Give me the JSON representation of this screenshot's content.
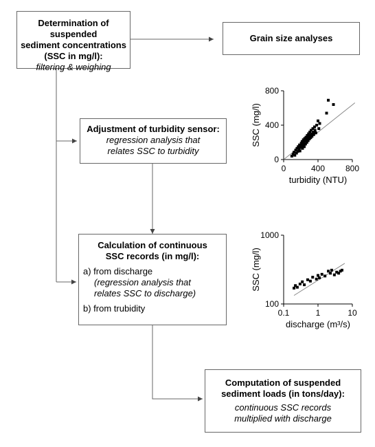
{
  "boxes": {
    "ssc": {
      "title": [
        "Determination of suspended",
        "sediment concentrations",
        "(SSC in mg/l):"
      ],
      "subtitle": "filtering & weighing"
    },
    "grain": {
      "title": "Grain size analyses"
    },
    "turb": {
      "title": "Adjustment of turbidity sensor:",
      "subtitle": [
        "regression analysis that",
        "relates SSC to turbidity"
      ]
    },
    "calc": {
      "title": [
        "Calculation of continuous",
        "SSC records (in mg/l):"
      ],
      "a": "a) from discharge",
      "a_note": [
        "(regression analysis that",
        "relates SSC to discharge)"
      ],
      "b": "b) from trubidity"
    },
    "load": {
      "title": [
        "Computation of suspended",
        "sediment loads (in tons/day):"
      ],
      "subtitle": [
        "continuous SSC records",
        "multiplied with discharge"
      ]
    }
  },
  "chart_data": [
    {
      "type": "scatter",
      "xlabel": "turbidity (NTU)",
      "ylabel": "SSC (mg/l)",
      "xlim": [
        0,
        800
      ],
      "ylim": [
        0,
        800
      ],
      "xticks": [
        "0",
        "400",
        "800"
      ],
      "yticks": [
        "0",
        "400",
        "800"
      ],
      "trendline": {
        "x": [
          0,
          830
        ],
        "y": [
          0,
          660
        ]
      },
      "points": [
        [
          95,
          40
        ],
        [
          110,
          60
        ],
        [
          120,
          85
        ],
        [
          130,
          50
        ],
        [
          140,
          110
        ],
        [
          150,
          75
        ],
        [
          155,
          130
        ],
        [
          165,
          95
        ],
        [
          170,
          150
        ],
        [
          180,
          120
        ],
        [
          185,
          170
        ],
        [
          190,
          100
        ],
        [
          200,
          140
        ],
        [
          205,
          190
        ],
        [
          210,
          160
        ],
        [
          215,
          210
        ],
        [
          220,
          130
        ],
        [
          225,
          180
        ],
        [
          230,
          230
        ],
        [
          235,
          200
        ],
        [
          240,
          150
        ],
        [
          245,
          245
        ],
        [
          250,
          215
        ],
        [
          255,
          180
        ],
        [
          260,
          260
        ],
        [
          265,
          230
        ],
        [
          270,
          200
        ],
        [
          275,
          280
        ],
        [
          280,
          250
        ],
        [
          285,
          220
        ],
        [
          290,
          300
        ],
        [
          295,
          270
        ],
        [
          300,
          240
        ],
        [
          305,
          320
        ],
        [
          310,
          285
        ],
        [
          315,
          255
        ],
        [
          320,
          340
        ],
        [
          325,
          300
        ],
        [
          330,
          270
        ],
        [
          340,
          360
        ],
        [
          345,
          320
        ],
        [
          350,
          290
        ],
        [
          360,
          380
        ],
        [
          365,
          340
        ],
        [
          375,
          310
        ],
        [
          385,
          400
        ],
        [
          400,
          450
        ],
        [
          410,
          360
        ],
        [
          420,
          420
        ],
        [
          500,
          540
        ],
        [
          520,
          690
        ],
        [
          580,
          640
        ]
      ]
    },
    {
      "type": "scatter",
      "xlabel": "discharge (m³/s)",
      "ylabel": "SSC (mg/l)",
      "xscale": "log",
      "yscale": "log",
      "xlim": [
        0.1,
        10
      ],
      "ylim": [
        100,
        1000
      ],
      "xticks": [
        "0.1",
        "1",
        "10"
      ],
      "yticks": [
        "100",
        "1000"
      ],
      "trendline": {
        "x": [
          0.2,
          6.0
        ],
        "y": [
          133,
          390
        ]
      },
      "points": [
        [
          0.2,
          170
        ],
        [
          0.22,
          185
        ],
        [
          0.25,
          175
        ],
        [
          0.3,
          195
        ],
        [
          0.35,
          210
        ],
        [
          0.4,
          190
        ],
        [
          0.5,
          225
        ],
        [
          0.6,
          215
        ],
        [
          0.7,
          245
        ],
        [
          0.9,
          230
        ],
        [
          1.0,
          260
        ],
        [
          1.1,
          240
        ],
        [
          1.3,
          270
        ],
        [
          1.6,
          255
        ],
        [
          2.0,
          300
        ],
        [
          2.3,
          280
        ],
        [
          2.5,
          310
        ],
        [
          3.0,
          265
        ],
        [
          3.5,
          290
        ],
        [
          4.0,
          280
        ],
        [
          4.5,
          300
        ],
        [
          5.0,
          310
        ]
      ]
    }
  ]
}
